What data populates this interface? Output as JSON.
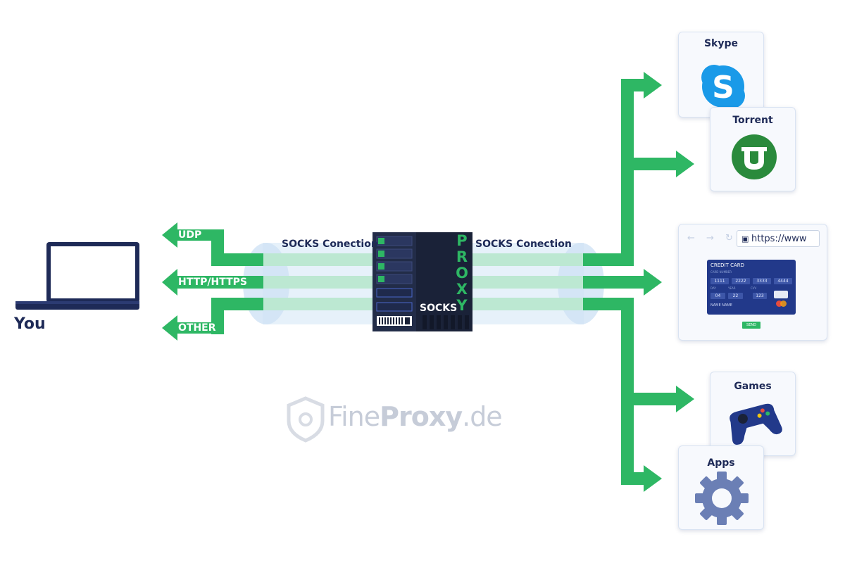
{
  "user": {
    "label": "You"
  },
  "protocols": [
    {
      "label": "UDP"
    },
    {
      "label": "HTTP/HTTPS"
    },
    {
      "label": "OTHER"
    }
  ],
  "connections": {
    "left_label": "SOCKS Conection",
    "right_label": "SOCKS Conection"
  },
  "server": {
    "socks_label": "SOCKS",
    "proxy_letters": [
      "P",
      "R",
      "O",
      "X",
      "Y"
    ]
  },
  "destinations": {
    "skype": {
      "title": "Skype"
    },
    "torrent": {
      "title": "Torrent"
    },
    "browser": {
      "url": "https://www",
      "card_title": "CREDIT CARD",
      "card_number_label": "CARD NUMBER",
      "card_numbers": [
        "1111",
        "2222",
        "3333",
        "4444"
      ],
      "day_label": "DAY",
      "year_label": "YEAR",
      "cvv_label": "CVV",
      "day": "04",
      "year": "22",
      "cvv": "123",
      "name_label": "NAME NAME",
      "send_label": "SEND"
    },
    "games": {
      "title": "Games"
    },
    "apps": {
      "title": "Apps"
    }
  },
  "watermark": {
    "text_light": "Fine",
    "text_bold": "Proxy",
    "text_tail": ".de"
  },
  "colors": {
    "arrow_green": "#2eb764",
    "tube_green": "#bce8d2",
    "tube_blue": "#dcebf8",
    "navy": "#1e2a57",
    "server_dark": "#1a2238",
    "skype_blue": "#1a9ae8",
    "torrent_green": "#2a8a3c",
    "gear_blue": "#6b7fb5"
  }
}
